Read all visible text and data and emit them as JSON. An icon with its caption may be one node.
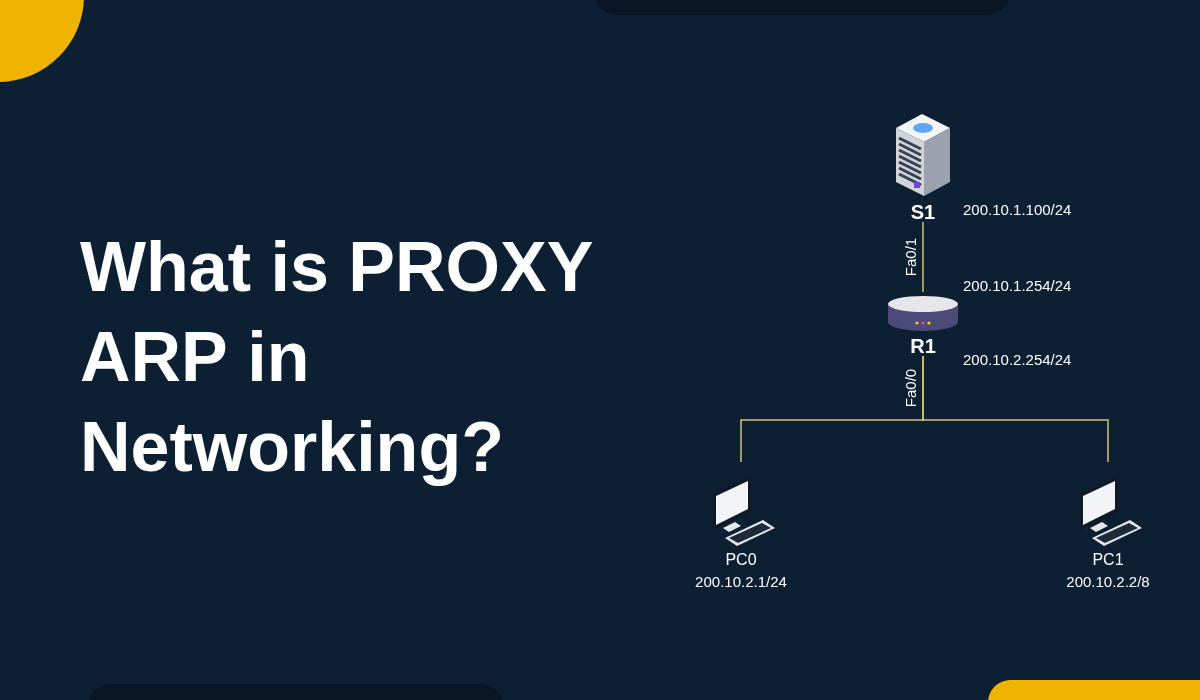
{
  "diagram": {
    "title": "What is **PROXY ARP** in Networking?",
    "nodes": [
      {
        "text": [
          "S1"
        ],
        "beside": [
          "200.10.1.100/24"
        ]
      },
      {
        "text": [
          "R1"
        ],
        "beside": [
          "200.10.1.254/24",
          "200.10.2.254/24"
        ]
      },
      {
        "text": [
          "PC0"
        ],
        "beside": [
          "200.10.2.1/24"
        ]
      },
      {
        "text": [
          "PC1"
        ],
        "beside": [
          "200.10.2.2/8"
        ]
      }
    ],
    "edges": [
      {
        "from": 0,
        "to": 1,
        "arrow": "none",
        "label": "Fa0/1"
      },
      {
        "from": 1,
        "to": 2,
        "arrow": "none",
        "label": "Fa0/0"
      },
      {
        "from": 1,
        "to": 3,
        "arrow": "none"
      }
    ]
  }
}
